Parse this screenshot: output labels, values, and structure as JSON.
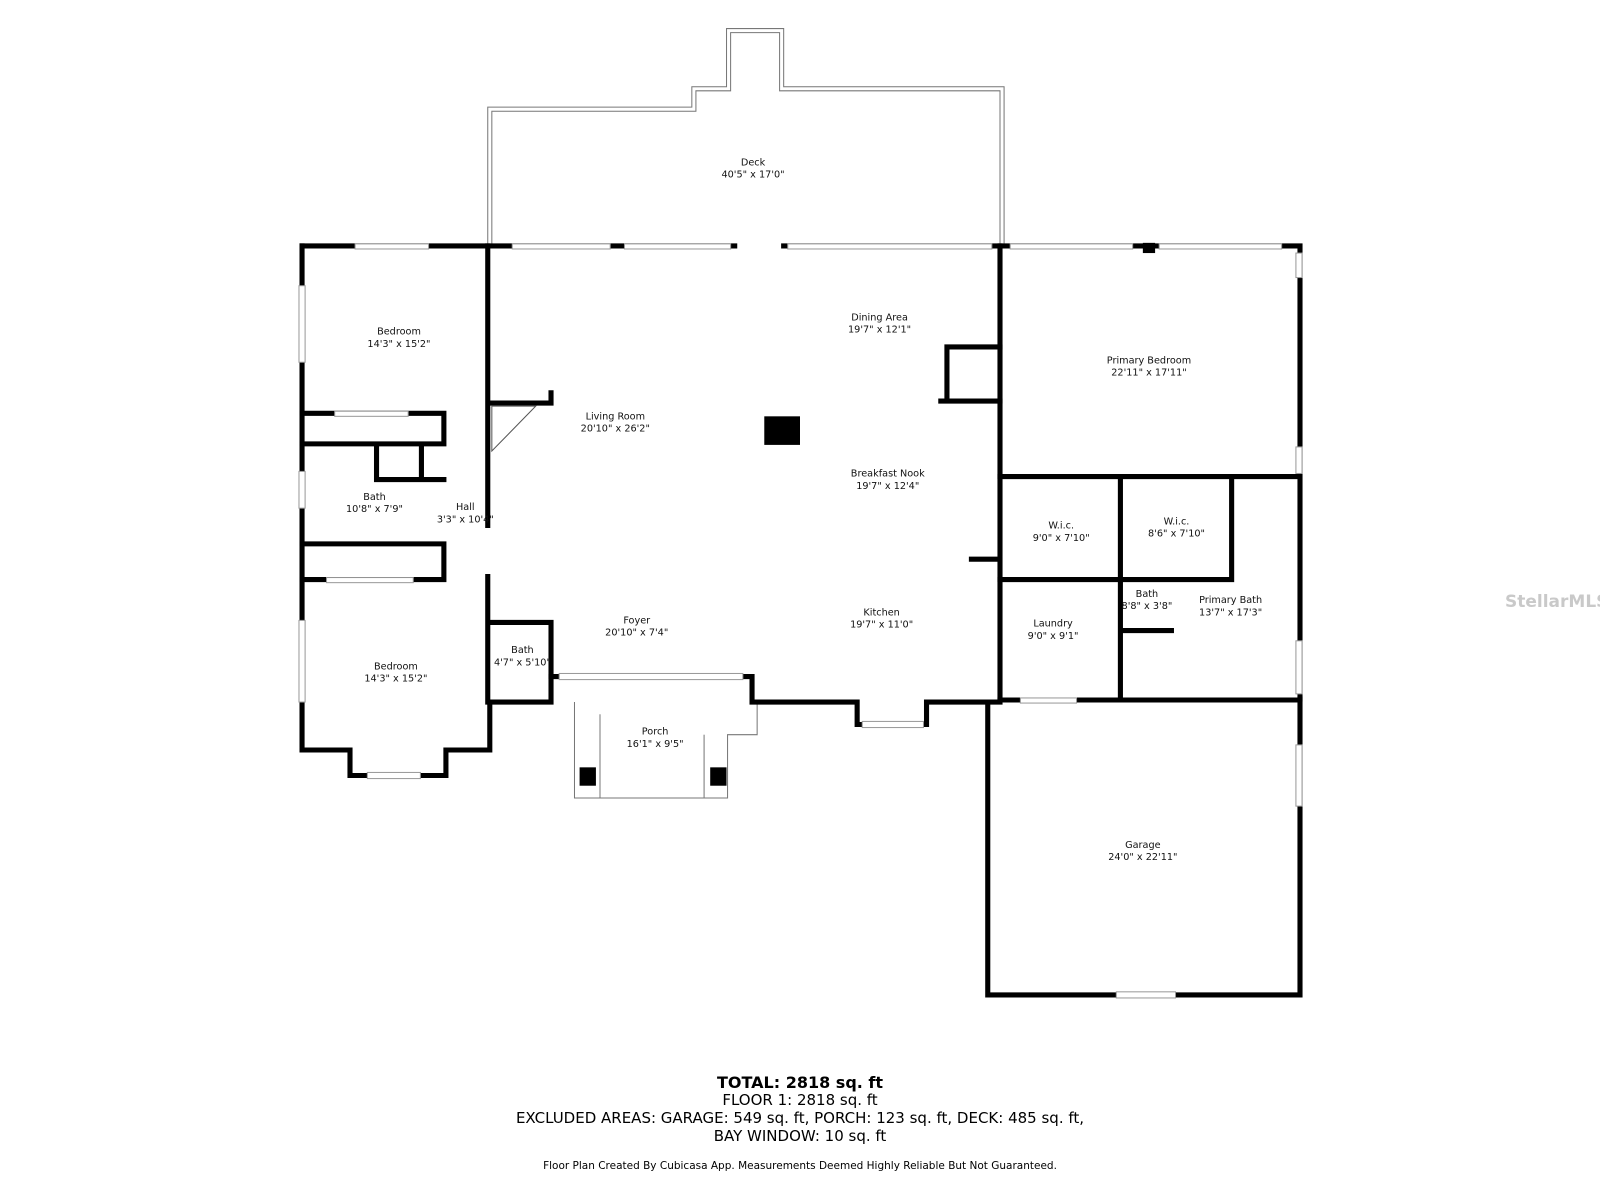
{
  "rooms": [
    {
      "name": "Deck",
      "dims": "40'5\" x 17'0\""
    },
    {
      "name": "Bedroom",
      "dims": "14'3\" x 15'2\""
    },
    {
      "name": "Living Room",
      "dims": "20'10\" x 26'2\""
    },
    {
      "name": "Dining Area",
      "dims": "19'7\" x 12'1\""
    },
    {
      "name": "Primary Bedroom",
      "dims": "22'11\" x 17'11\""
    },
    {
      "name": "Breakfast Nook",
      "dims": "19'7\" x 12'4\""
    },
    {
      "name": "Bath",
      "dims": "10'8\" x 7'9\""
    },
    {
      "name": "Hall",
      "dims": "3'3\" x 10'4\""
    },
    {
      "name": "W.i.c.",
      "dims": "9'0\" x 7'10\""
    },
    {
      "name": "W.i.c.",
      "dims": "8'6\" x 7'10\""
    },
    {
      "name": "Bath",
      "dims": "8'8\" x 3'8\""
    },
    {
      "name": "Primary Bath",
      "dims": "13'7\" x 17'3\""
    },
    {
      "name": "Kitchen",
      "dims": "19'7\" x 11'0\""
    },
    {
      "name": "Laundry",
      "dims": "9'0\" x 9'1\""
    },
    {
      "name": "Foyer",
      "dims": "20'10\" x 7'4\""
    },
    {
      "name": "Bath",
      "dims": "4'7\" x 5'10\""
    },
    {
      "name": "Bedroom",
      "dims": "14'3\" x 15'2\""
    },
    {
      "name": "Porch",
      "dims": "16'1\" x 9'5\""
    },
    {
      "name": "Garage",
      "dims": "24'0\" x 22'11\""
    }
  ],
  "summary": {
    "total": "TOTAL: 2818 sq. ft",
    "floor": "FLOOR 1: 2818 sq. ft",
    "excluded": "EXCLUDED AREAS: GARAGE: 549 sq. ft, PORCH: 123 sq. ft, DECK: 485 sq. ft,",
    "bay": "BAY WINDOW: 10 sq. ft",
    "note": "Floor Plan Created By Cubicasa App. Measurements Deemed Highly Reliable But Not Guaranteed."
  },
  "watermark": "StellarMLS"
}
